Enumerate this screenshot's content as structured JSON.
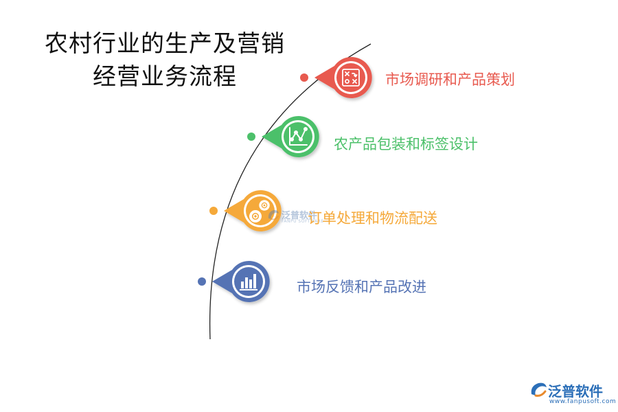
{
  "title": {
    "line1": "农村行业的生产及营销",
    "line2": "经营业务流程"
  },
  "steps": [
    {
      "label": "市场调研和产品策划",
      "color": "#e85a4f",
      "icon": "strategy-board-icon"
    },
    {
      "label": "农产品包装和标签设计",
      "color": "#4cc06a",
      "icon": "line-chart-icon"
    },
    {
      "label": "订单处理和物流配送",
      "color": "#f5a93a",
      "icon": "gears-icon"
    },
    {
      "label": "市场反馈和产品改进",
      "color": "#5573b4",
      "icon": "bar-chart-icon"
    }
  ],
  "watermark": {
    "name": "泛普软件",
    "sub": "FANPU SOFTWARE"
  },
  "brand": {
    "name": "泛普软件",
    "url": "www.fanpusoft.com",
    "color": "#2c6fb8"
  }
}
